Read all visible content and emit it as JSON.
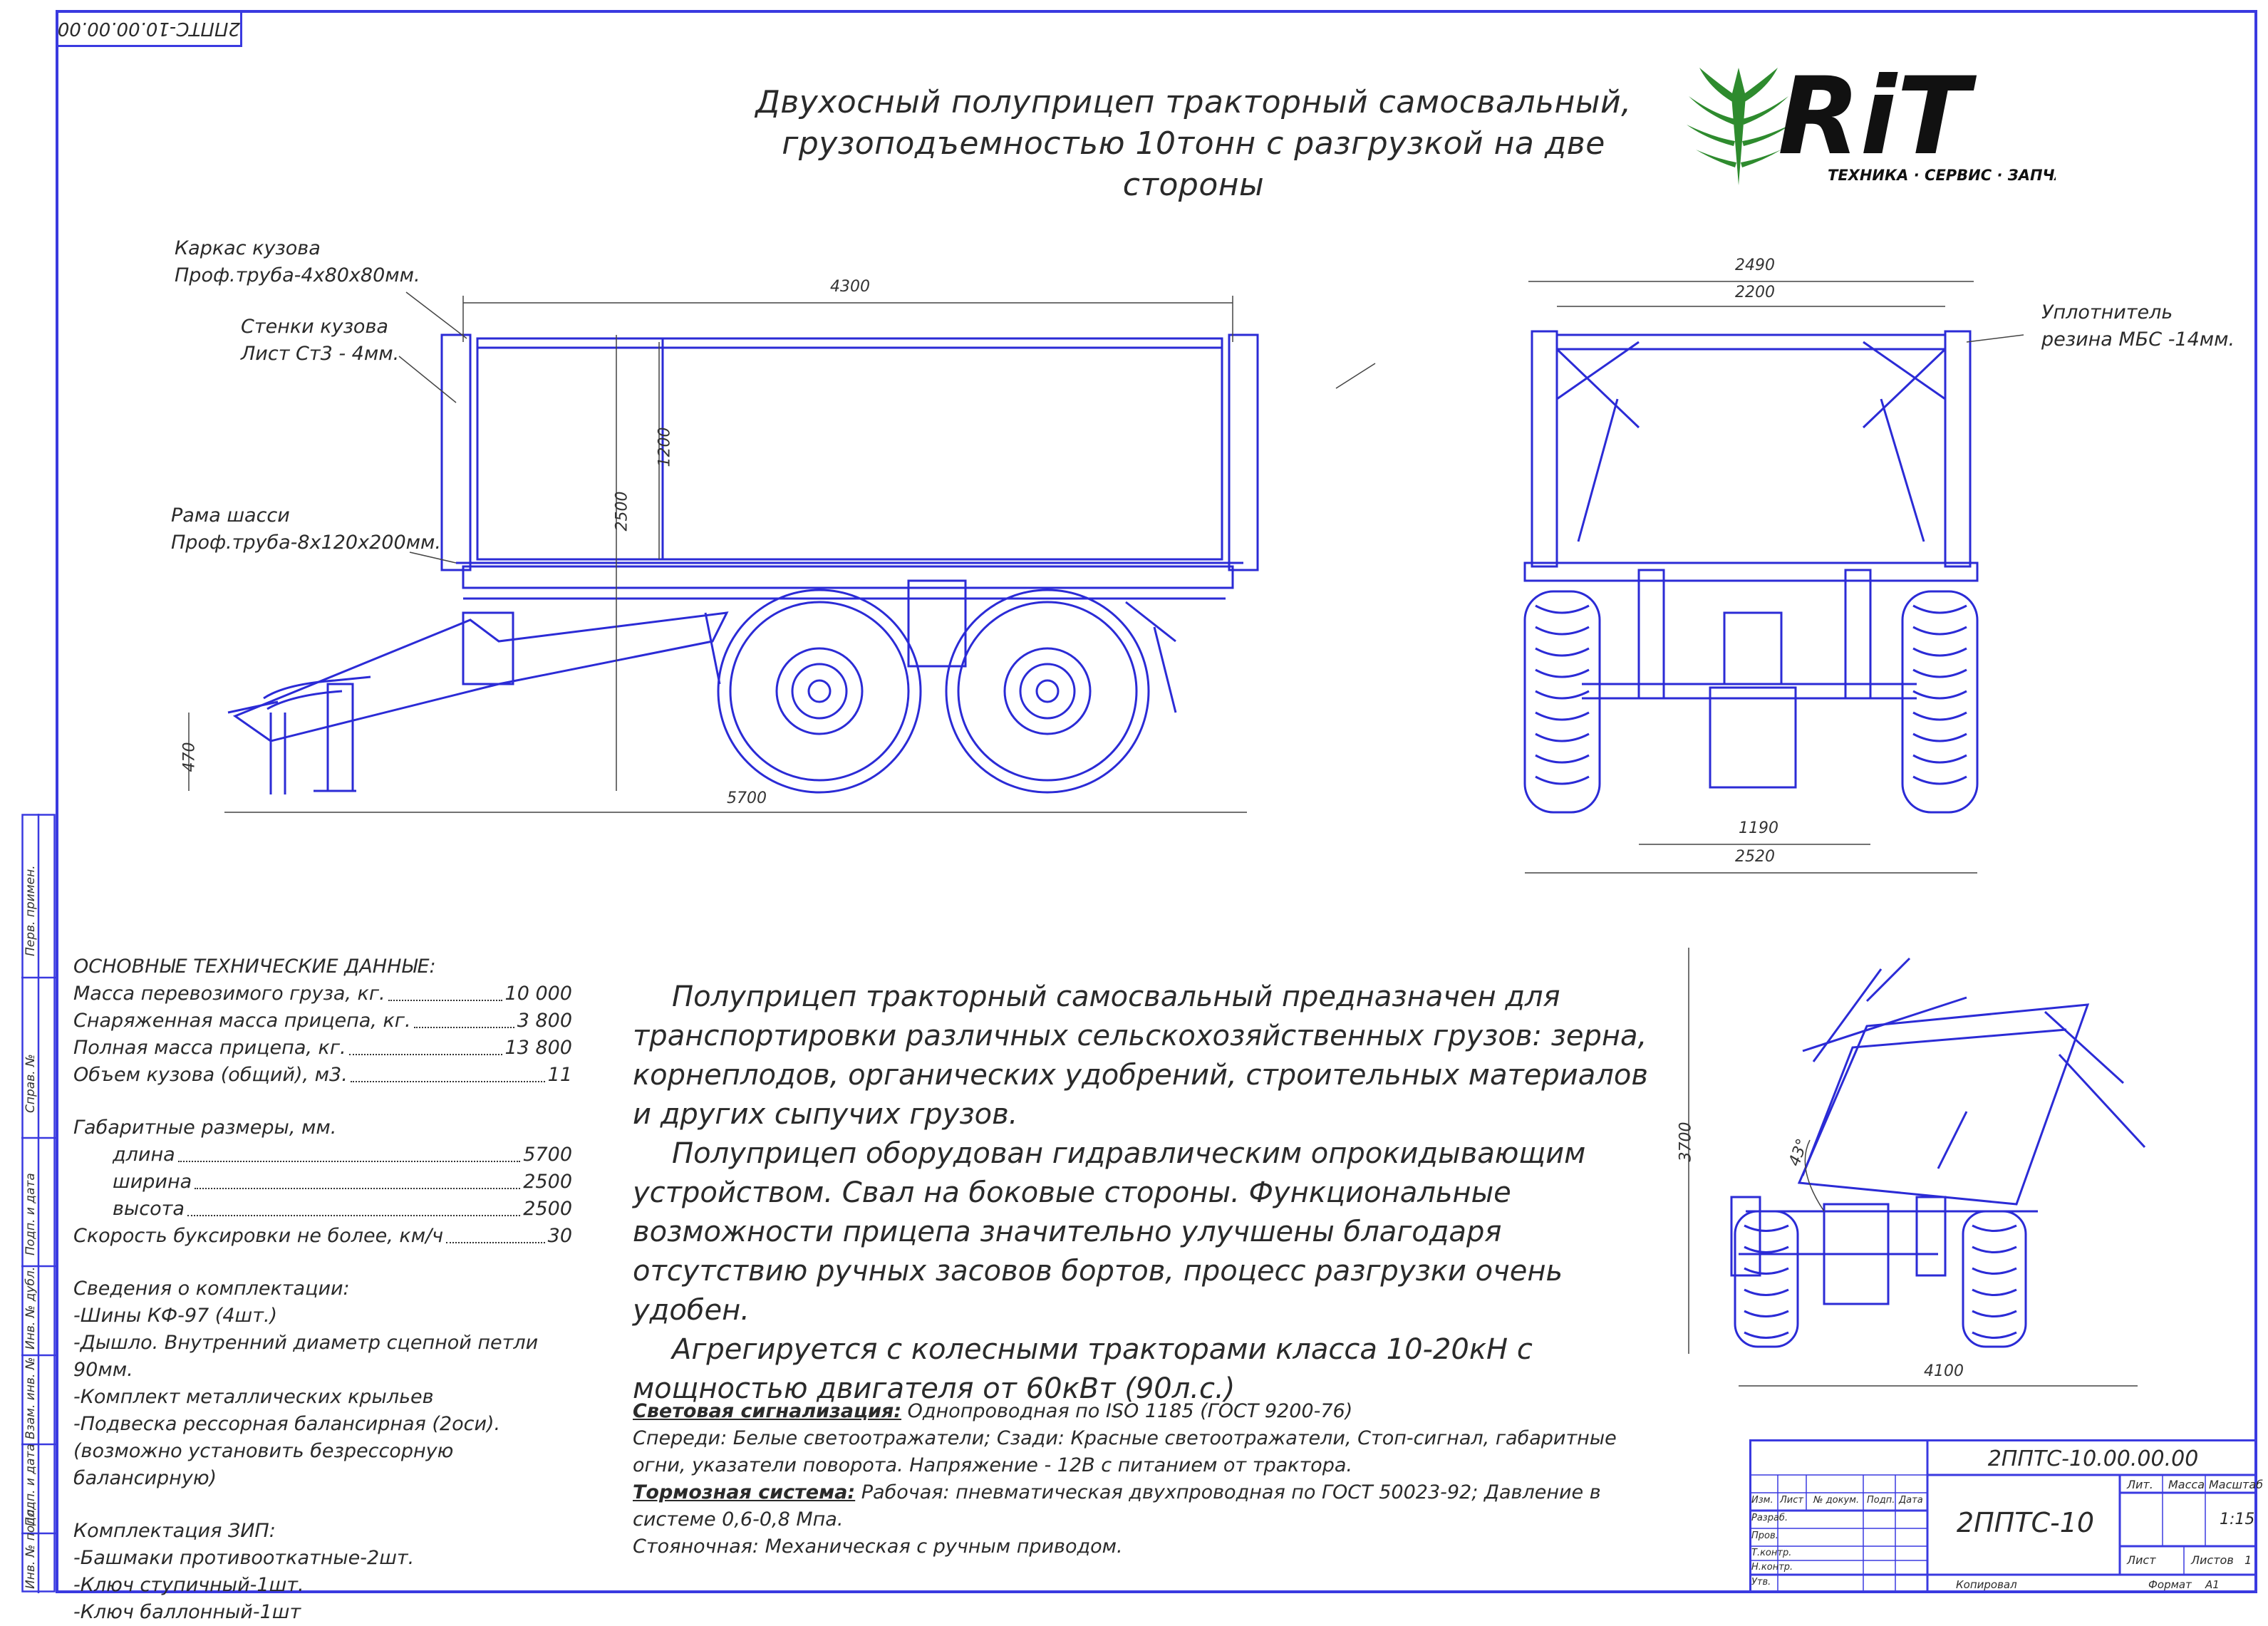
{
  "stamp": {
    "code_mirrored": "2ППТС-10.00.00.00"
  },
  "title": {
    "line1": "Двухосный полуприцеп тракторный самосвальный,",
    "line2": "грузоподъемностью 10тонн с разгрузкой на две стороны"
  },
  "logo": {
    "brand": "RiT",
    "tagline": "ТЕХНИКА · СЕРВИС · ЗАПЧАСТИ",
    "colors": {
      "green": "#2e8b2e",
      "black": "#111111"
    }
  },
  "callouts": {
    "frame_line1": "Каркас кузова",
    "frame_line2": "Проф.труба-4х80х80мм.",
    "walls_line1": "Стенки кузова",
    "walls_line2": "Лист Ст3 - 4мм.",
    "chassis_line1": "Рама шасси",
    "chassis_line2": "Проф.труба-8х120х200мм.",
    "seal_line1": "Уплотнитель",
    "seal_line2": "резина МБС -14мм."
  },
  "dims": {
    "body_length": "4300",
    "body_height": "1200",
    "total_height": "2500",
    "hitch_height": "470",
    "total_length": "5700",
    "width_outer": "2490",
    "width_inner": "2200",
    "track": "1190",
    "width_total": "2520",
    "tip_height": "3700",
    "tip_width": "4100",
    "tip_angle": "43°"
  },
  "specs": {
    "heading": "ОСНОВНЫЕ ТЕХНИЧЕСКИЕ ДАННЫЕ:",
    "rows": [
      {
        "label": "Масса перевозимого груза, кг.",
        "value": "10 000"
      },
      {
        "label": "Снаряженная масса прицепа, кг.",
        "value": "3 800"
      },
      {
        "label": "Полная масса прицепа, кг.",
        "value": "13 800"
      },
      {
        "label": "Объем кузова (общий), м3.",
        "value": "11"
      }
    ],
    "dims_heading": "Габаритные размеры, мм.",
    "dim_rows": [
      {
        "label": "длина",
        "value": "5700"
      },
      {
        "label": "ширина",
        "value": "2500"
      },
      {
        "label": "высота",
        "value": "2500"
      }
    ],
    "speed": {
      "label": "Скорость буксировки не более, км/ч",
      "value": "30"
    },
    "kit_heading": "Сведения о комплектации:",
    "kit": [
      "-Шины КФ-97 (4шт.)",
      "-Дышло. Внутренний диаметр сцепной петли 90мм.",
      "-Комплект металлических крыльев",
      "-Подвеска рессорная балансирная (2оси).",
      "(возможно установить безрессорную балансирную)"
    ],
    "zip_heading": "Комплектация ЗИП:",
    "zip": [
      "-Башмаки противооткатные-2шт.",
      "-Ключ ступичный-1шт.",
      "-Ключ баллонный-1шт"
    ]
  },
  "description": {
    "p1": "Полуприцеп тракторный самосвальный предназначен для транспортировки различных сельскохозяйственных грузов: зерна, корнеплодов, органических удобрений, строительных материалов и других сыпучих грузов.",
    "p2": "Полуприцеп оборудован гидравлическим опрокидывающим устройством. Свал на боковые стороны. Функциональные возможности прицепа значительно улучшены благодаря отсутствию ручных засовов бортов, процесс разгрузки очень удобен.",
    "p3": "Агрегируется с колесными тракторами класса 10-20кН с мощностью двигателя от 60кВт (90л.с.)"
  },
  "notes": {
    "light_label": "Световая сигнализация:",
    "light_text": " Однопроводная по ISO 1185 (ГОСТ 9200-76)",
    "front_back": "Спереди: Белые светоотражатели; Сзади: Красные светоотражатели, Стоп-сигнал, габаритные огни, указатели поворота. Напряжение - 12В с питанием от трактора.",
    "brake_label": "Тормозная система:",
    "brake_text": " Рабочая: пневматическая двухпроводная по ГОСТ 50023-92; Давление в системе 0,6-0,8 Мпа.",
    "parking": "Стояночная: Механическая с ручным приводом."
  },
  "titleblock": {
    "code": "2ППТС-10.00.00.00",
    "name": "2ППТС-10",
    "lit": "Лит.",
    "mass": "Масса",
    "scale_label": "Масштаб",
    "scale": "1:15",
    "sheet": "Лист",
    "sheets": "Листов",
    "sheets_value": "1",
    "col_izm": "Изм.",
    "col_list": "Лист",
    "col_doc": "№ докум.",
    "col_sign": "Подп.",
    "col_date": "Дата",
    "r_razrab": "Разраб.",
    "r_prov": "Пров.",
    "r_tkontr": "Т.контр.",
    "r_nkontr": "Н.контр.",
    "r_utv": "Утв.",
    "copied": "Копировал",
    "format": "Формат",
    "format_value": "А1"
  },
  "sidebar": {
    "perv": "Перв. примен.",
    "sprav": "Справ. №",
    "podp_data": "Подп. и дата",
    "inv_dubl": "Инв. № дубл.",
    "vzam_inv": "Взам. инв. №",
    "podp_data2": "Подп. и дата",
    "inv_podl": "Инв. № подл."
  }
}
